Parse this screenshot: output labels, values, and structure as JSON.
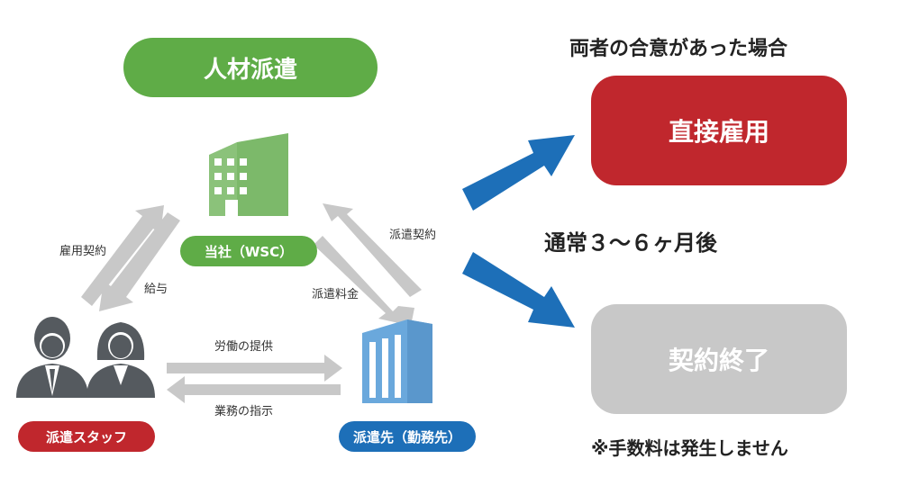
{
  "title_pill": "人材派遣",
  "company_label": "当社（WSC）",
  "staff_label": "派遣スタッフ",
  "client_label": "派遣先（勤務先）",
  "relations": {
    "employment_contract": "雇用契約",
    "salary": "給与",
    "dispatch_contract": "派遣契約",
    "dispatch_fee": "派遣料金",
    "labor_provision": "労働の提供",
    "work_instruction": "業務の指示"
  },
  "outcome": {
    "agreement_text": "両者の合意があった場合",
    "direct_hire": "直接雇用",
    "usual_period": "通常３～６ヶ月後",
    "contract_end": "契約終了",
    "note": "※手数料は発生しません"
  },
  "colors": {
    "green": "#5fac47",
    "light_green": "#8bc27a",
    "red": "#c0272d",
    "blue": "#1d6fb8",
    "light_blue": "#6aa8dc",
    "gray": "#c8c8c8",
    "dark_gray": "#555a5f"
  },
  "icons": [
    "office-building-icon",
    "client-building-icon",
    "male-staff-icon",
    "female-staff-icon"
  ]
}
